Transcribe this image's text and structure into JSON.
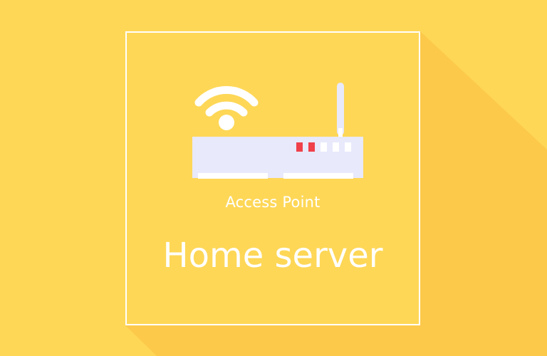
{
  "colors": {
    "background": "#FED757",
    "shadow": "#FDC94B",
    "frame": "#FFFFFF",
    "router_body": "#E8E9FB",
    "led_red": "#F0404A",
    "led_white": "#FFFFFF",
    "text": "#FFFFFF"
  },
  "illustration": {
    "wifi_icon": "wifi-icon",
    "device_icon": "router-icon",
    "antenna_icon": "antenna-icon",
    "status_leds": [
      "red",
      "red",
      "white",
      "white",
      "white"
    ]
  },
  "banner": {
    "caption": "Access Point",
    "title": "Home server"
  }
}
